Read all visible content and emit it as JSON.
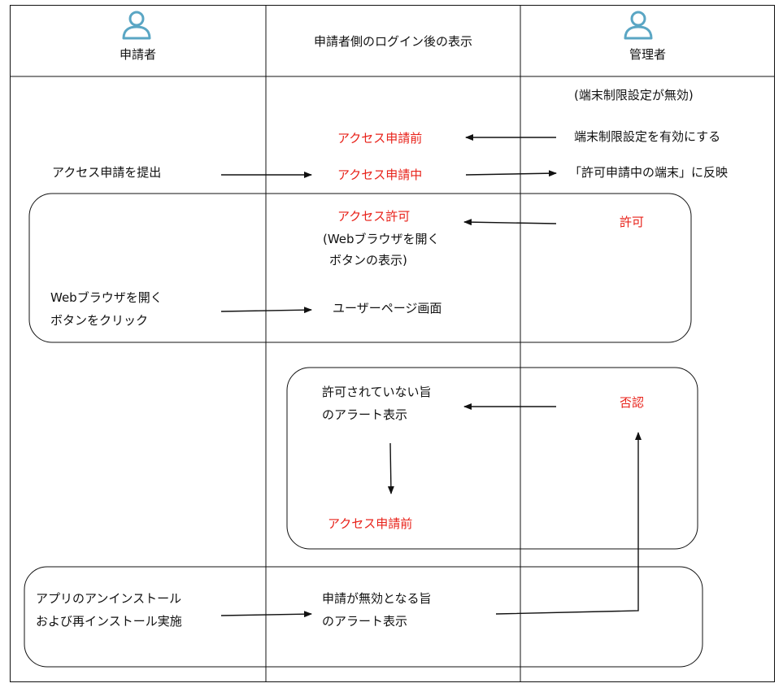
{
  "header": {
    "applicant": "申請者",
    "display": "申請者側のログイン後の表示",
    "admin": "管理者"
  },
  "applicant_col": {
    "submit": "アクセス申請を提出",
    "click_browser": [
      "Webブラウザを開く",
      "ボタンをクリック"
    ],
    "reinstall": [
      "アプリのアンインストール",
      "および再インストール実施"
    ]
  },
  "display_col": {
    "before_request": "アクセス申請前",
    "during_request": "アクセス申請中",
    "access_granted": "アクセス許可",
    "browser_button_shown": [
      "(Webブラウザを開く",
      "ボタンの表示)"
    ],
    "user_page": "ユーザーページ画面",
    "not_allowed_alert": [
      "許可されていない旨",
      "のアラート表示"
    ],
    "before_request_again": "アクセス申請前",
    "invalid_alert": [
      "申請が無効となる旨",
      "のアラート表示"
    ]
  },
  "admin_col": {
    "restriction_disabled": "(端末制限設定が無効)",
    "enable_restriction": "端末制限設定を有効にする",
    "reflect_pending": "「許可申請中の端末」に反映",
    "permit": "許可",
    "deny": "否認"
  },
  "colors": {
    "highlight": "#e8221a",
    "icon": "#5aa6c4",
    "line": "#111111"
  }
}
